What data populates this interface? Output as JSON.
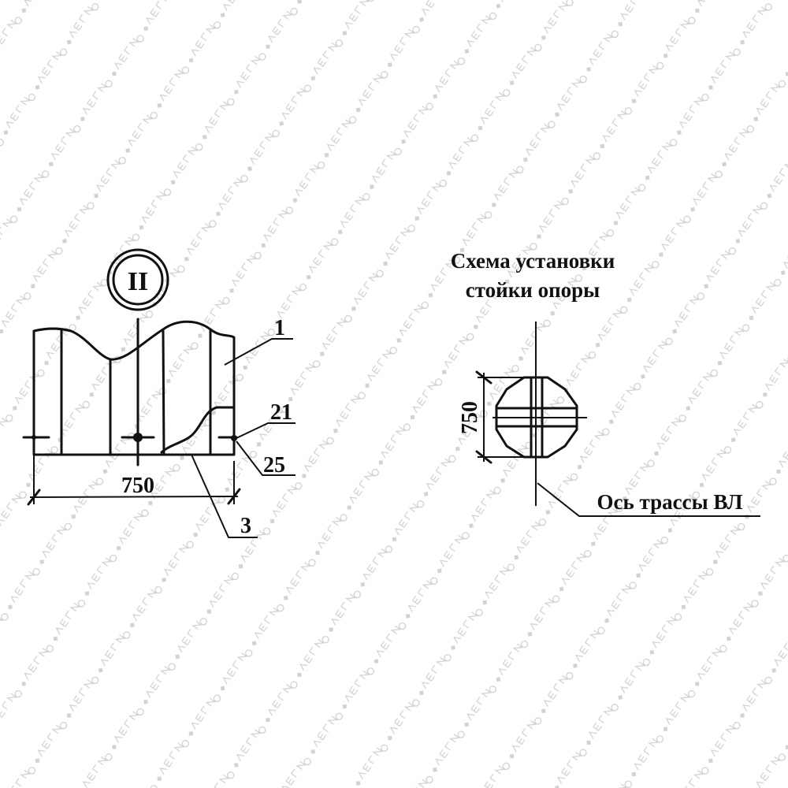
{
  "watermark": "ЛЕГИОН",
  "left_view": {
    "view_marker": "II",
    "dimension": "750",
    "callouts": [
      "1",
      "21",
      "25",
      "3"
    ]
  },
  "right_view": {
    "title_line1": "Схема установки",
    "title_line2": "стойки опоры",
    "dimension": "750",
    "axis_label": "Ось трассы ВЛ"
  }
}
